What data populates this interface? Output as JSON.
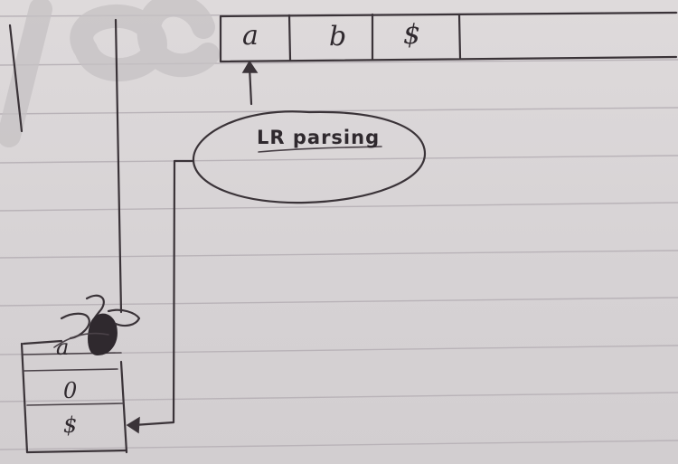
{
  "input_buffer": {
    "cells": [
      "a",
      "b",
      "$"
    ]
  },
  "parser": {
    "label": "LR parsing"
  },
  "stack": {
    "items": [
      "a",
      "0",
      "$"
    ]
  },
  "colors": {
    "ink": "#3a3338",
    "paper": "#dedadb",
    "watermark": "#c4c0c2",
    "rule_lines": "#b9b3b8"
  }
}
